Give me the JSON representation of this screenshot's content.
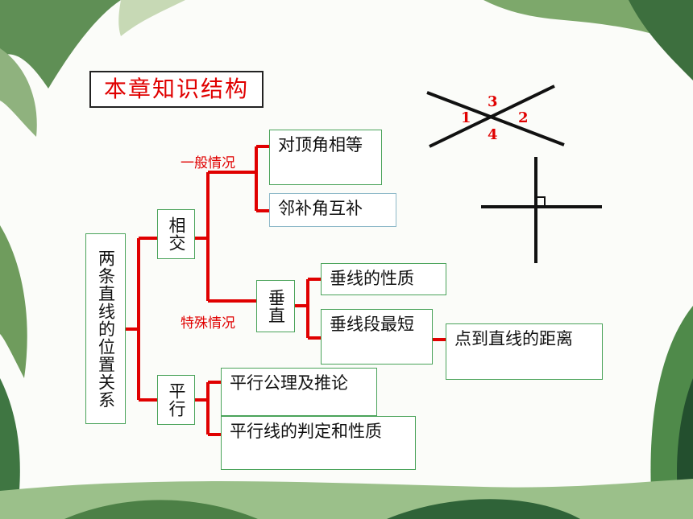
{
  "title": "本章知识结构",
  "root": "两条直线的位置关系",
  "xiangjiao": "相交",
  "pingxing": "平行",
  "chuizhi": "垂直",
  "labels": {
    "general": "一般情况",
    "special": "特殊情况"
  },
  "nodes": {
    "vertical_angles": "对顶角相等",
    "adjacent_supplementary": "邻补角互补",
    "perp_property": "垂线的性质",
    "perp_shortest": "垂线段最短",
    "point_line_distance": "点到直线的距离",
    "parallel_axiom": "平行公理及推论",
    "parallel_judgement": "平行线的判定和性质"
  },
  "angle_numbers": [
    "1",
    "2",
    "3",
    "4"
  ],
  "colors": {
    "connector": "#e00000",
    "border": "#4aa35a",
    "label": "#e00000"
  }
}
